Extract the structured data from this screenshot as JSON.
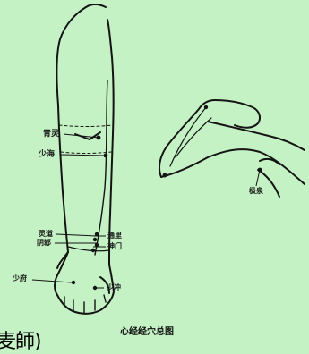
{
  "labels": {
    "qingling": "青灵",
    "shaohai": "少海",
    "lingdao": "灵道",
    "yinxi": "阴郄",
    "tongli": "通里",
    "shenmen": "神门",
    "shaofu": "少府",
    "shaochong": "少冲",
    "jiquan": "极泉"
  },
  "caption": "心经经穴总图",
  "cut_text": "麦師)",
  "colors": {
    "background": "#c4f2c4",
    "ink": "#1a1a1a"
  }
}
